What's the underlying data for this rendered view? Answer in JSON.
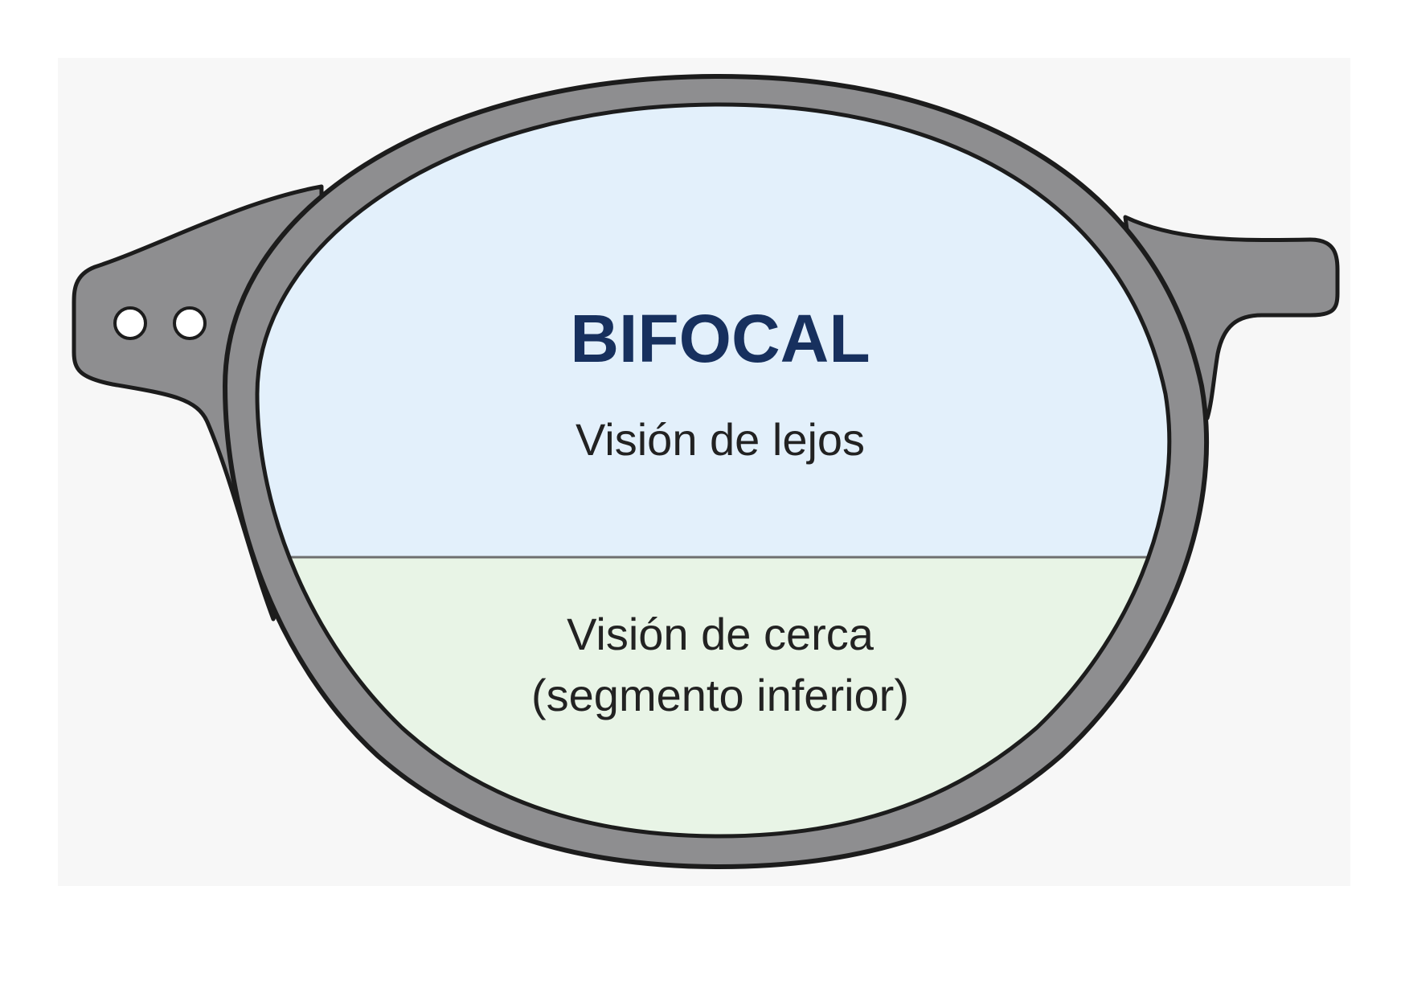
{
  "diagram": {
    "title": "BIFOCAL",
    "upper_zone_label": "Visión de lejos",
    "lower_zone_label_line1": "Visión de cerca",
    "lower_zone_label_line2": "(segmento inferior)"
  },
  "colors": {
    "frame": "#8e8e90",
    "frame_outline": "#1c1c1c",
    "upper_zone": "#e3f0fb",
    "lower_zone": "#e8f4e6",
    "divider": "#6f6f6f",
    "title": "#17305e",
    "label": "#222222",
    "background_panel": "#f7f7f7"
  }
}
